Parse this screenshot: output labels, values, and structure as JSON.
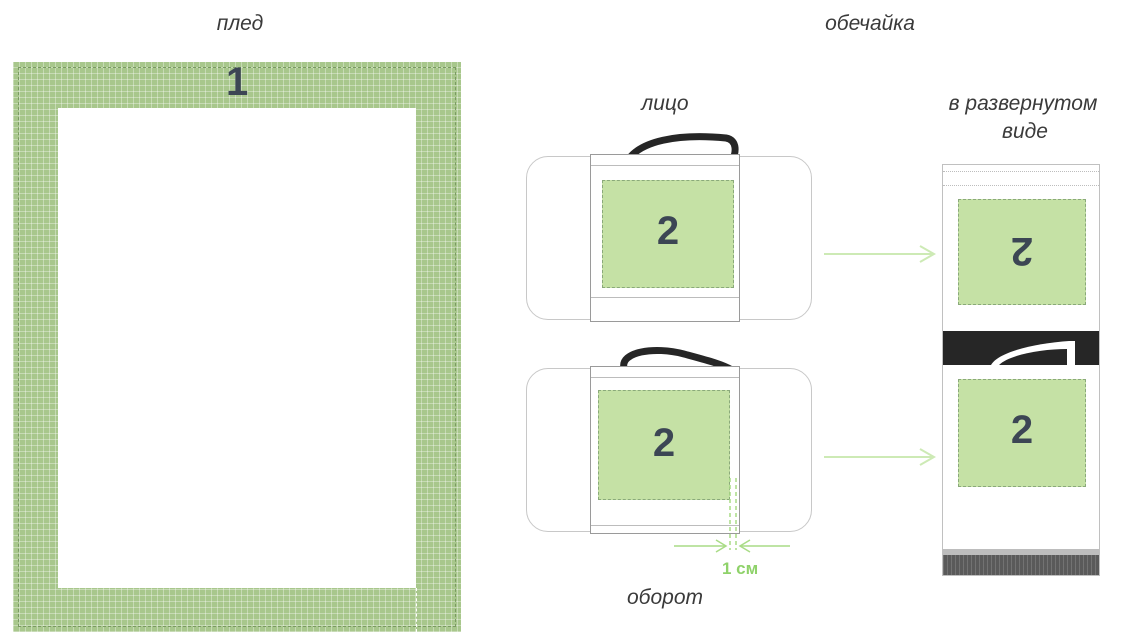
{
  "labels": {
    "plaid": "плед",
    "shell": "обечайка",
    "face": "лицо",
    "unfolded_line1": "в развернутом",
    "unfolded_line2": "виде",
    "back": "оборот",
    "measure": "1 см"
  },
  "numbers": {
    "plaid_zone": "1",
    "bag_zone": "2"
  },
  "colors": {
    "plaid_green": "#a8c78c",
    "patch_green": "#c5e1a5",
    "arrow_green": "#cdeab5",
    "measure_green": "#8fd26a",
    "number_text": "#3c4654",
    "handle_black": "#262626"
  }
}
